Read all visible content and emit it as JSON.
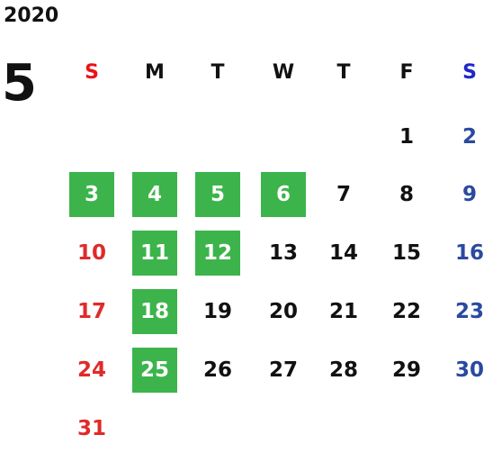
{
  "calendar": {
    "year": "2020",
    "month": "5",
    "weekdays": [
      "S",
      "M",
      "T",
      "W",
      "T",
      "F",
      "S"
    ],
    "days": [
      "1",
      "2",
      "3",
      "4",
      "5",
      "6",
      "7",
      "8",
      "9",
      "10",
      "11",
      "12",
      "13",
      "14",
      "15",
      "16",
      "17",
      "18",
      "19",
      "20",
      "21",
      "22",
      "23",
      "24",
      "25",
      "26",
      "27",
      "28",
      "29",
      "30",
      "31"
    ],
    "highlighted_days": [
      "3",
      "4",
      "5",
      "6",
      "11",
      "12",
      "18",
      "25"
    ],
    "colors": {
      "sunday_header": "#e8141a",
      "saturday_header": "#1e28c8",
      "sunday_date": "#e02a2a",
      "saturday_date": "#2a4aa0",
      "highlight_bg": "#3cb44b",
      "highlight_text": "#ffffff",
      "text": "#111111"
    }
  }
}
